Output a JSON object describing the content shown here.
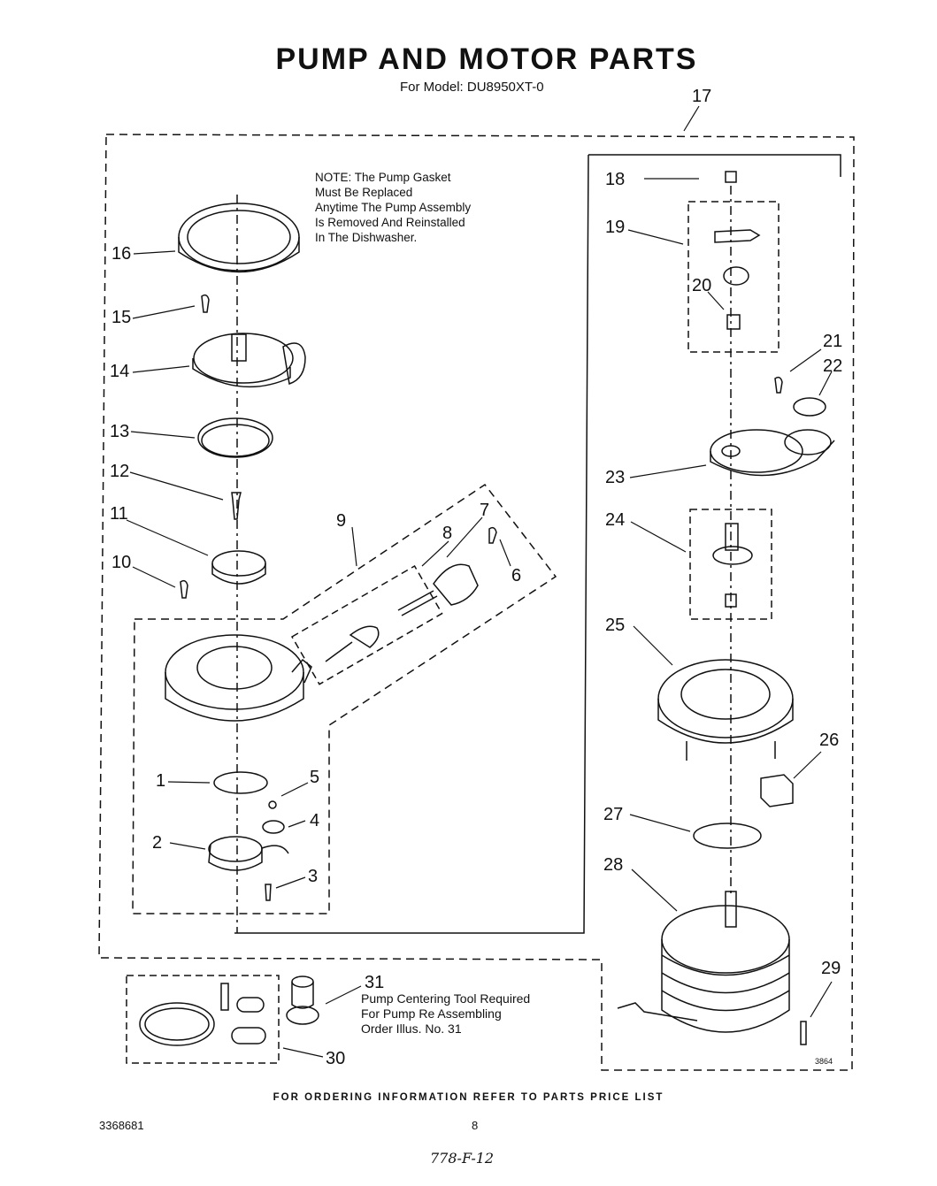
{
  "title": "PUMP AND MOTOR PARTS",
  "subtitle": "For Model: DU8950XT-0",
  "note_lines": [
    "NOTE: The Pump Gasket",
    "Must Be Replaced",
    "Anytime The Pump Assembly",
    "Is Removed And Reinstalled",
    "In The Dishwasher."
  ],
  "tool_note_lines": [
    "Pump Centering Tool Required",
    "For Pump Re Assembling",
    "Order Illus. No. 31"
  ],
  "callouts": [
    "1",
    "2",
    "3",
    "4",
    "5",
    "6",
    "7",
    "8",
    "9",
    "10",
    "11",
    "12",
    "13",
    "14",
    "15",
    "16",
    "17",
    "18",
    "19",
    "20",
    "21",
    "22",
    "23",
    "24",
    "25",
    "26",
    "27",
    "28",
    "29",
    "30",
    "31"
  ],
  "footer": "FOR ORDERING INFORMATION REFER TO PARTS PRICE LIST",
  "document_number": "3368681",
  "page_number": "8",
  "handwritten": "778-F-12",
  "diagram_code": "3864"
}
